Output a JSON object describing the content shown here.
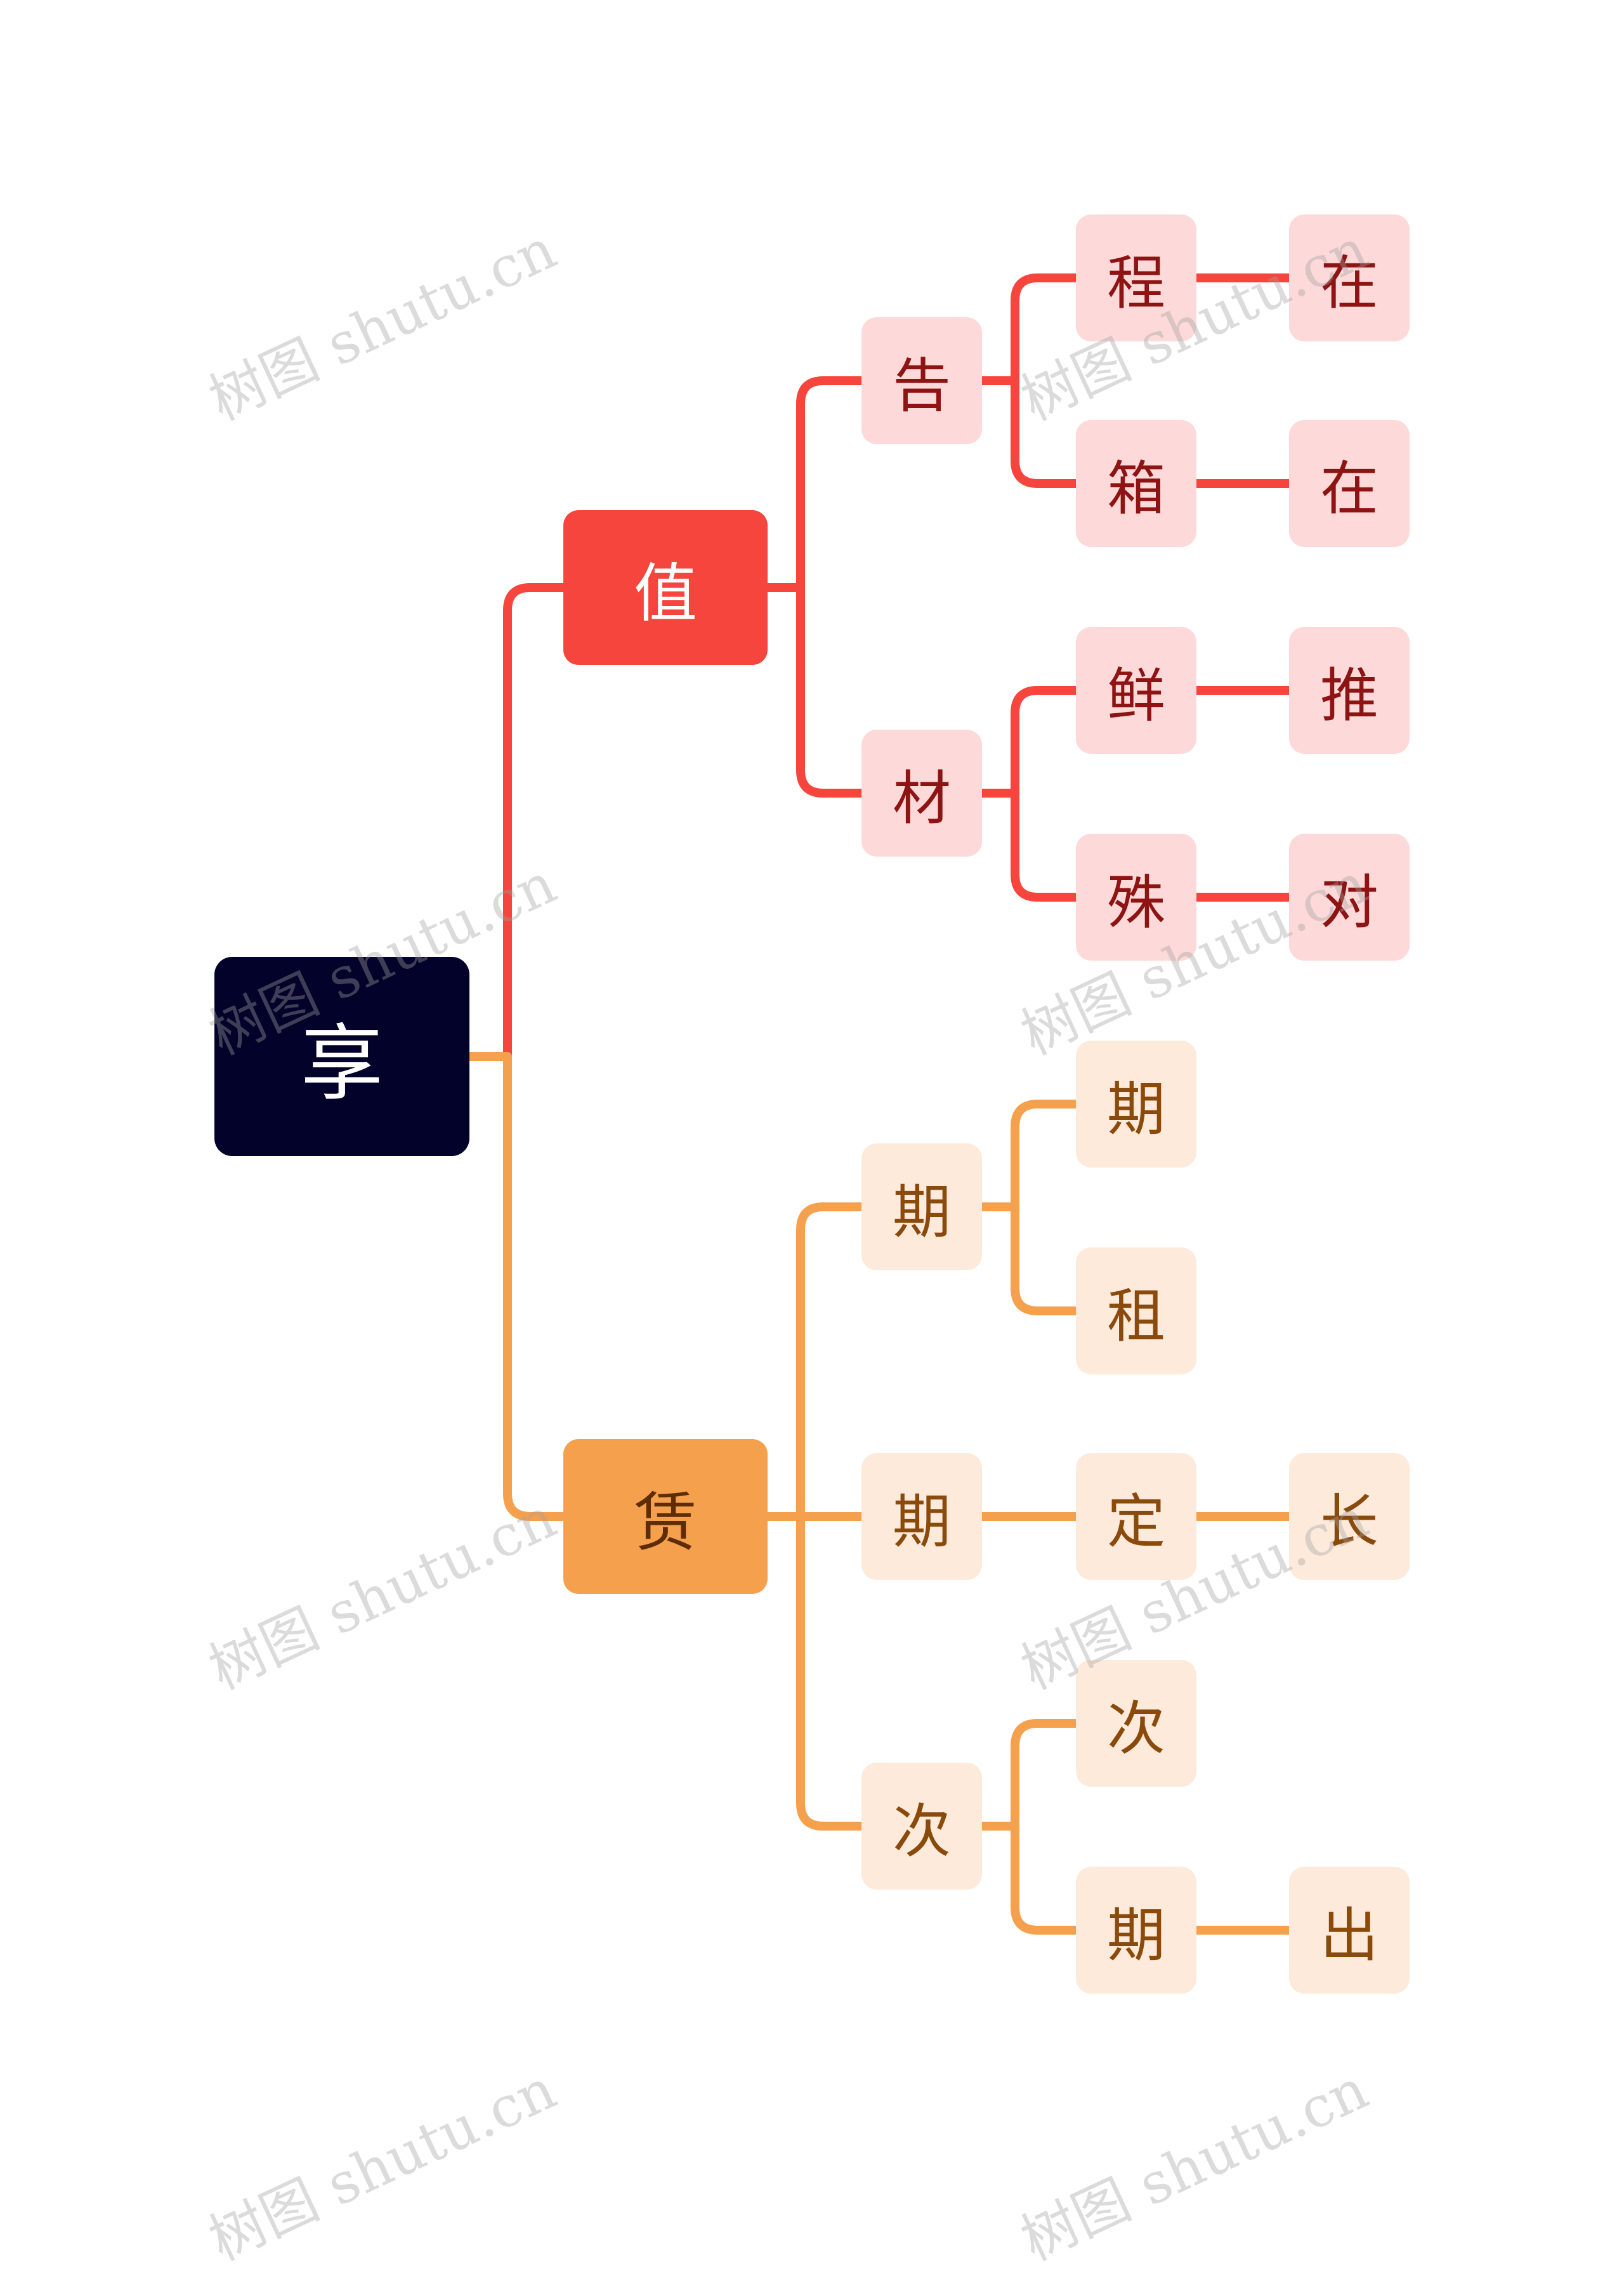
{
  "colors": {
    "root_bg": "#02022a",
    "branch_red": "#f5453d",
    "branch_orange": "#f5a04d",
    "leaf_red_bg": "#fdd9d9",
    "leaf_orange_bg": "#fdeadb"
  },
  "tree": {
    "root": {
      "label": "享"
    },
    "branches": [
      {
        "label": "值",
        "color": "red",
        "children": [
          {
            "label": "告",
            "children": [
              {
                "label": "程",
                "children": [
                  {
                    "label": "在"
                  }
                ]
              },
              {
                "label": "箱",
                "children": [
                  {
                    "label": "在"
                  }
                ]
              }
            ]
          },
          {
            "label": "材",
            "children": [
              {
                "label": "鲜",
                "children": [
                  {
                    "label": "推"
                  }
                ]
              },
              {
                "label": "殊",
                "children": [
                  {
                    "label": "对"
                  }
                ]
              }
            ]
          }
        ]
      },
      {
        "label": "赁",
        "color": "orange",
        "children": [
          {
            "label": "期",
            "children": [
              {
                "label": "期"
              },
              {
                "label": "租"
              }
            ]
          },
          {
            "label": "期",
            "children": [
              {
                "label": "定",
                "children": [
                  {
                    "label": "长"
                  }
                ]
              }
            ]
          },
          {
            "label": "次",
            "children": [
              {
                "label": "次"
              },
              {
                "label": "期",
                "children": [
                  {
                    "label": "出"
                  }
                ]
              }
            ]
          }
        ]
      }
    ]
  },
  "watermark": {
    "text": "树图 shutu.cn"
  }
}
